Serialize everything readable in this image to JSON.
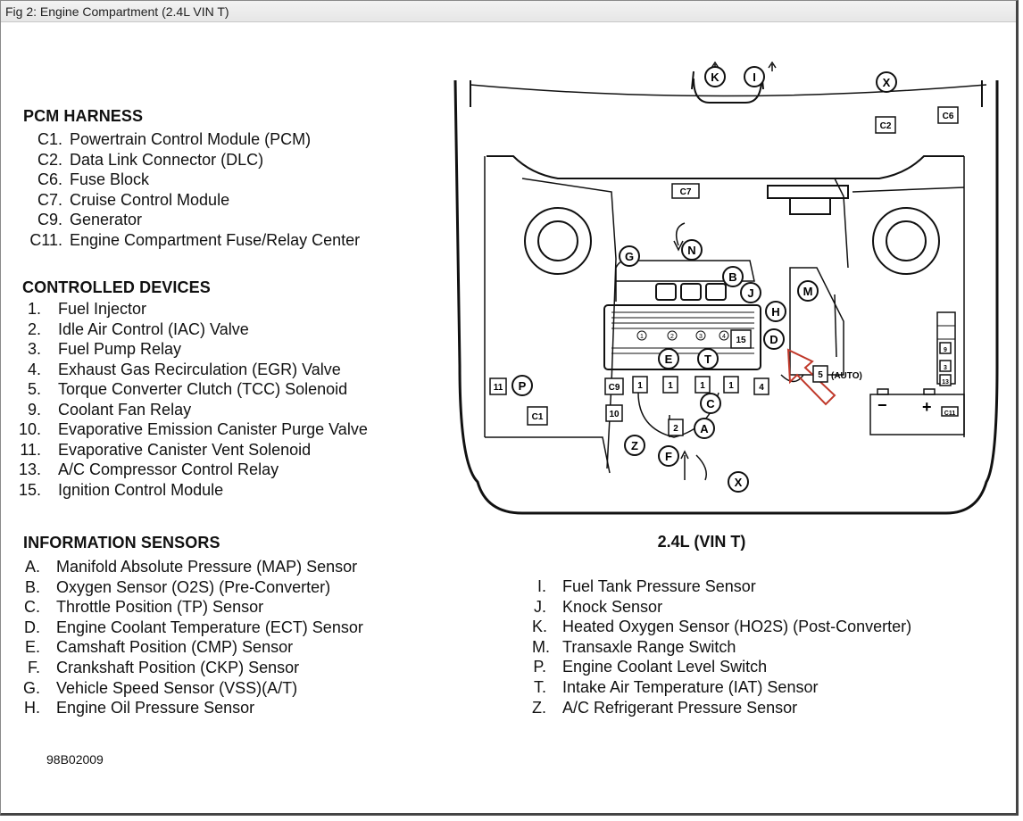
{
  "window": {
    "title": "Fig 2: Engine Compartment (2.4L VIN T)"
  },
  "pcm_harness": {
    "heading": "PCM HARNESS",
    "items": [
      {
        "code": "C1.",
        "label": "Powertrain Control Module (PCM)"
      },
      {
        "code": "C2.",
        "label": "Data Link Connector (DLC)"
      },
      {
        "code": "C6.",
        "label": "Fuse Block"
      },
      {
        "code": "C7.",
        "label": "Cruise Control Module"
      },
      {
        "code": "C9.",
        "label": "Generator"
      },
      {
        "code": "C11.",
        "label": "Engine Compartment Fuse/Relay Center"
      }
    ]
  },
  "controlled_devices": {
    "heading": "CONTROLLED DEVICES",
    "items": [
      {
        "code": "1.",
        "label": "Fuel Injector"
      },
      {
        "code": "2.",
        "label": "Idle Air Control (IAC) Valve"
      },
      {
        "code": "3.",
        "label": "Fuel Pump Relay"
      },
      {
        "code": "4.",
        "label": "Exhaust Gas Recirculation (EGR) Valve"
      },
      {
        "code": "5.",
        "label": "Torque Converter Clutch (TCC) Solenoid"
      },
      {
        "code": "9.",
        "label": "Coolant Fan Relay"
      },
      {
        "code": "10.",
        "label": "Evaporative Emission Canister Purge Valve"
      },
      {
        "code": "11.",
        "label": "Evaporative Canister Vent Solenoid"
      },
      {
        "code": "13.",
        "label": "A/C Compressor Control Relay"
      },
      {
        "code": "15.",
        "label": "Ignition Control Module"
      }
    ]
  },
  "information_sensors": {
    "heading": "INFORMATION SENSORS",
    "left": [
      {
        "code": "A.",
        "label": "Manifold Absolute Pressure (MAP) Sensor"
      },
      {
        "code": "B.",
        "label": "Oxygen Sensor (O2S) (Pre-Converter)"
      },
      {
        "code": "C.",
        "label": "Throttle Position (TP) Sensor"
      },
      {
        "code": "D.",
        "label": "Engine Coolant Temperature (ECT) Sensor"
      },
      {
        "code": "E.",
        "label": "Camshaft Position (CMP) Sensor"
      },
      {
        "code": "F.",
        "label": "Crankshaft Position (CKP) Sensor"
      },
      {
        "code": "G.",
        "label": "Vehicle Speed Sensor (VSS)(A/T)"
      },
      {
        "code": "H.",
        "label": "Engine Oil Pressure Sensor"
      }
    ],
    "right": [
      {
        "code": "I.",
        "label": "Fuel Tank Pressure Sensor"
      },
      {
        "code": "J.",
        "label": "Knock Sensor"
      },
      {
        "code": "K.",
        "label": "Heated Oxygen Sensor (HO2S) (Post-Converter)"
      },
      {
        "code": "M.",
        "label": "Transaxle Range Switch"
      },
      {
        "code": "P.",
        "label": "Engine Coolant Level Switch"
      },
      {
        "code": "T.",
        "label": "Intake Air Temperature (IAT) Sensor"
      },
      {
        "code": "Z.",
        "label": "A/C Refrigerant Pressure Sensor"
      }
    ]
  },
  "diagram": {
    "title": "2.4L (VIN T)",
    "circle_labels": [
      "K",
      "I",
      "X",
      "N",
      "G",
      "B",
      "J",
      "M",
      "H",
      "D",
      "E",
      "T",
      "P",
      "C",
      "A",
      "Z",
      "F",
      "X"
    ],
    "box_labels": [
      "C2",
      "C6",
      "C7",
      "15",
      "11",
      "C9",
      "1",
      "1",
      "1",
      "1",
      "4",
      "5",
      "C1",
      "10",
      "2",
      "9",
      "3",
      "13",
      "C11"
    ],
    "text_labels": {
      "auto": "(AUTO)",
      "minus": "−",
      "plus": "+"
    },
    "cylinder_numbers": [
      "1",
      "2",
      "3",
      "4"
    ]
  },
  "doc_id": "98B02009"
}
